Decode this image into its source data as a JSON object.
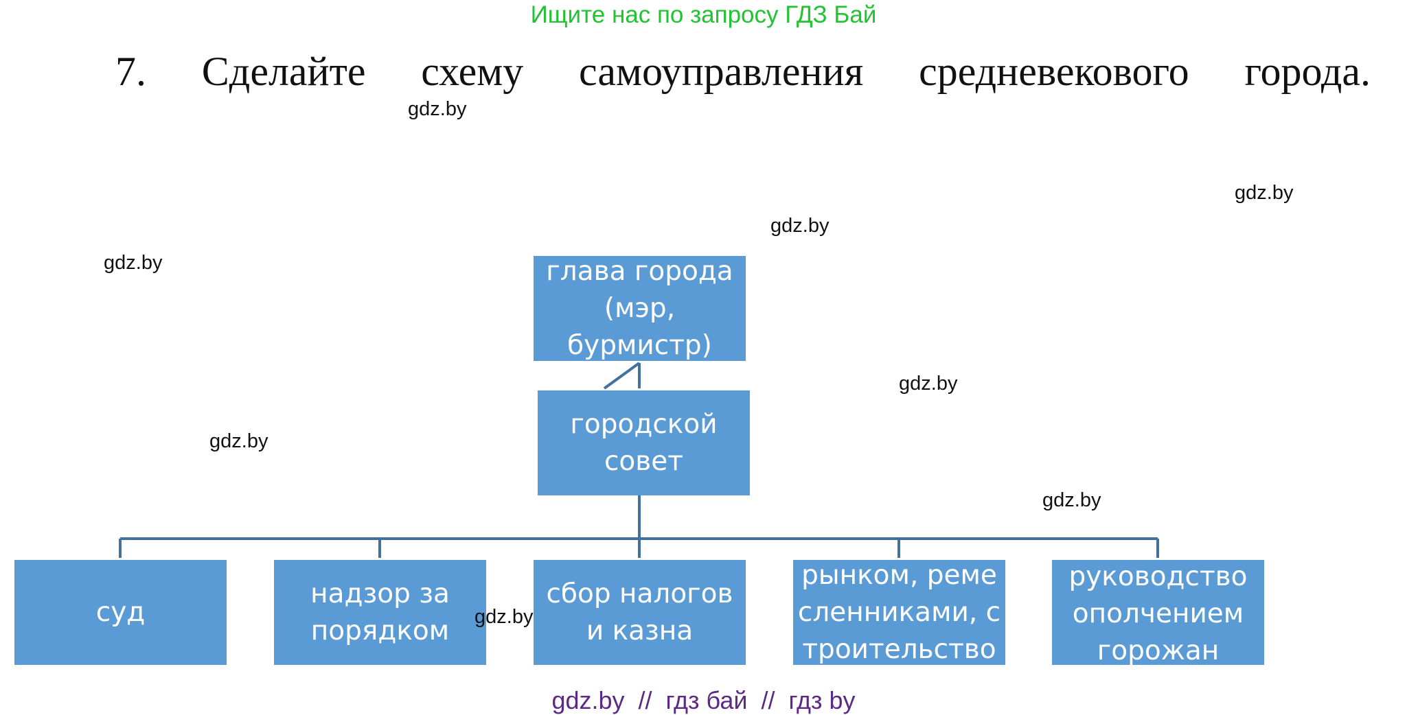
{
  "banner": "Ищите нас по запросу ГДЗ Бай",
  "task": {
    "number": "7.",
    "words": [
      "Сделайте",
      "схему",
      "самоуправления",
      "средневекового",
      "города."
    ]
  },
  "diagram": {
    "head": "глава города (мэр, бурмистр)",
    "council": "городской совет",
    "branches": [
      "суд",
      "надзор за порядком",
      "сбор налогов и казна",
      "рынком, ремесленниками, строительство",
      "руководство ополчением горожан"
    ]
  },
  "watermarks": [
    "gdz.by",
    "gdz.by",
    "gdz.by",
    "gdz.by",
    "gdz.by",
    "gdz.by",
    "gdz.by",
    "gdz.by"
  ],
  "footer": "gdz.by  //  гдз бай  //  гдз by",
  "colors": {
    "box": "#5b9bd5",
    "connector": "#41719c",
    "banner": "#22c232",
    "footer": "#5b2a86"
  }
}
